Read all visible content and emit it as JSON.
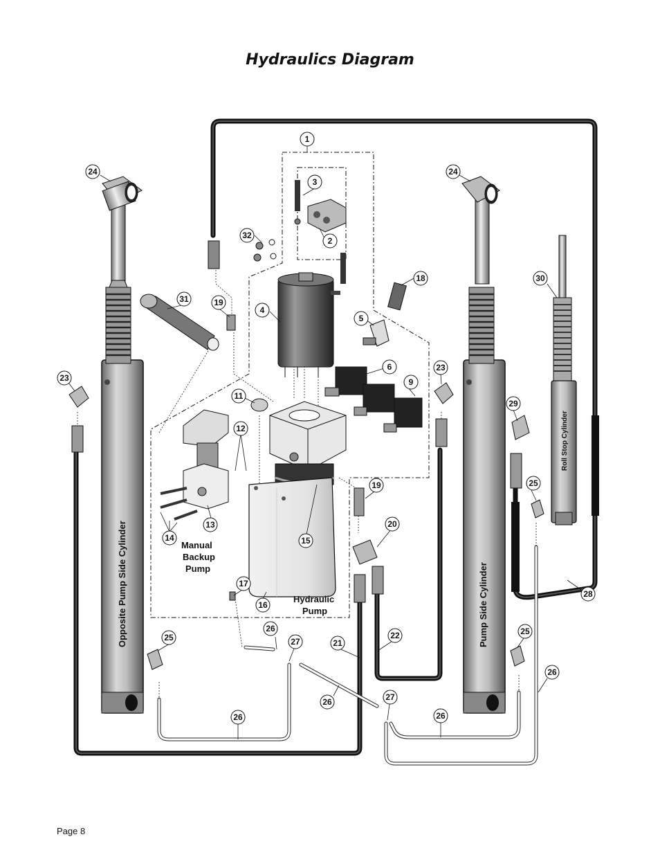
{
  "title": "Hydraulics Diagram",
  "footer": {
    "page": "Page 8"
  },
  "labels": {
    "opposite_cylinder": "Opposite Pump Side Cylinder",
    "pump_side_cylinder": "Pump Side Cylinder",
    "roll_stop_cylinder": "Roll Stop Cylinder",
    "manual_backup_pump_l1": "Manual",
    "manual_backup_pump_l2": "Backup",
    "manual_backup_pump_l3": "Pump",
    "hydraulic_pump_l1": "Hydraulic",
    "hydraulic_pump_l2": "Pump"
  },
  "callouts": [
    {
      "id": "c1",
      "n": "1"
    },
    {
      "id": "c2",
      "n": "2"
    },
    {
      "id": "c3",
      "n": "3"
    },
    {
      "id": "c4",
      "n": "4"
    },
    {
      "id": "c5",
      "n": "5"
    },
    {
      "id": "c6",
      "n": "6"
    },
    {
      "id": "c9",
      "n": "9"
    },
    {
      "id": "c11",
      "n": "11"
    },
    {
      "id": "c12",
      "n": "12"
    },
    {
      "id": "c13",
      "n": "13"
    },
    {
      "id": "c14",
      "n": "14"
    },
    {
      "id": "c15",
      "n": "15"
    },
    {
      "id": "c16",
      "n": "16"
    },
    {
      "id": "c17",
      "n": "17"
    },
    {
      "id": "c18",
      "n": "18"
    },
    {
      "id": "c19a",
      "n": "19"
    },
    {
      "id": "c19b",
      "n": "19"
    },
    {
      "id": "c20",
      "n": "20"
    },
    {
      "id": "c21",
      "n": "21"
    },
    {
      "id": "c22",
      "n": "22"
    },
    {
      "id": "c23a",
      "n": "23"
    },
    {
      "id": "c23b",
      "n": "23"
    },
    {
      "id": "c24a",
      "n": "24"
    },
    {
      "id": "c24b",
      "n": "24"
    },
    {
      "id": "c25a",
      "n": "25"
    },
    {
      "id": "c25b",
      "n": "25"
    },
    {
      "id": "c25c",
      "n": "25"
    },
    {
      "id": "c26a",
      "n": "26"
    },
    {
      "id": "c26b",
      "n": "26"
    },
    {
      "id": "c26c",
      "n": "26"
    },
    {
      "id": "c26d",
      "n": "26"
    },
    {
      "id": "c26e",
      "n": "26"
    },
    {
      "id": "c27a",
      "n": "27"
    },
    {
      "id": "c27b",
      "n": "27"
    },
    {
      "id": "c28",
      "n": "28"
    },
    {
      "id": "c29",
      "n": "29"
    },
    {
      "id": "c30",
      "n": "30"
    },
    {
      "id": "c31",
      "n": "31"
    },
    {
      "id": "c32",
      "n": "32"
    }
  ]
}
